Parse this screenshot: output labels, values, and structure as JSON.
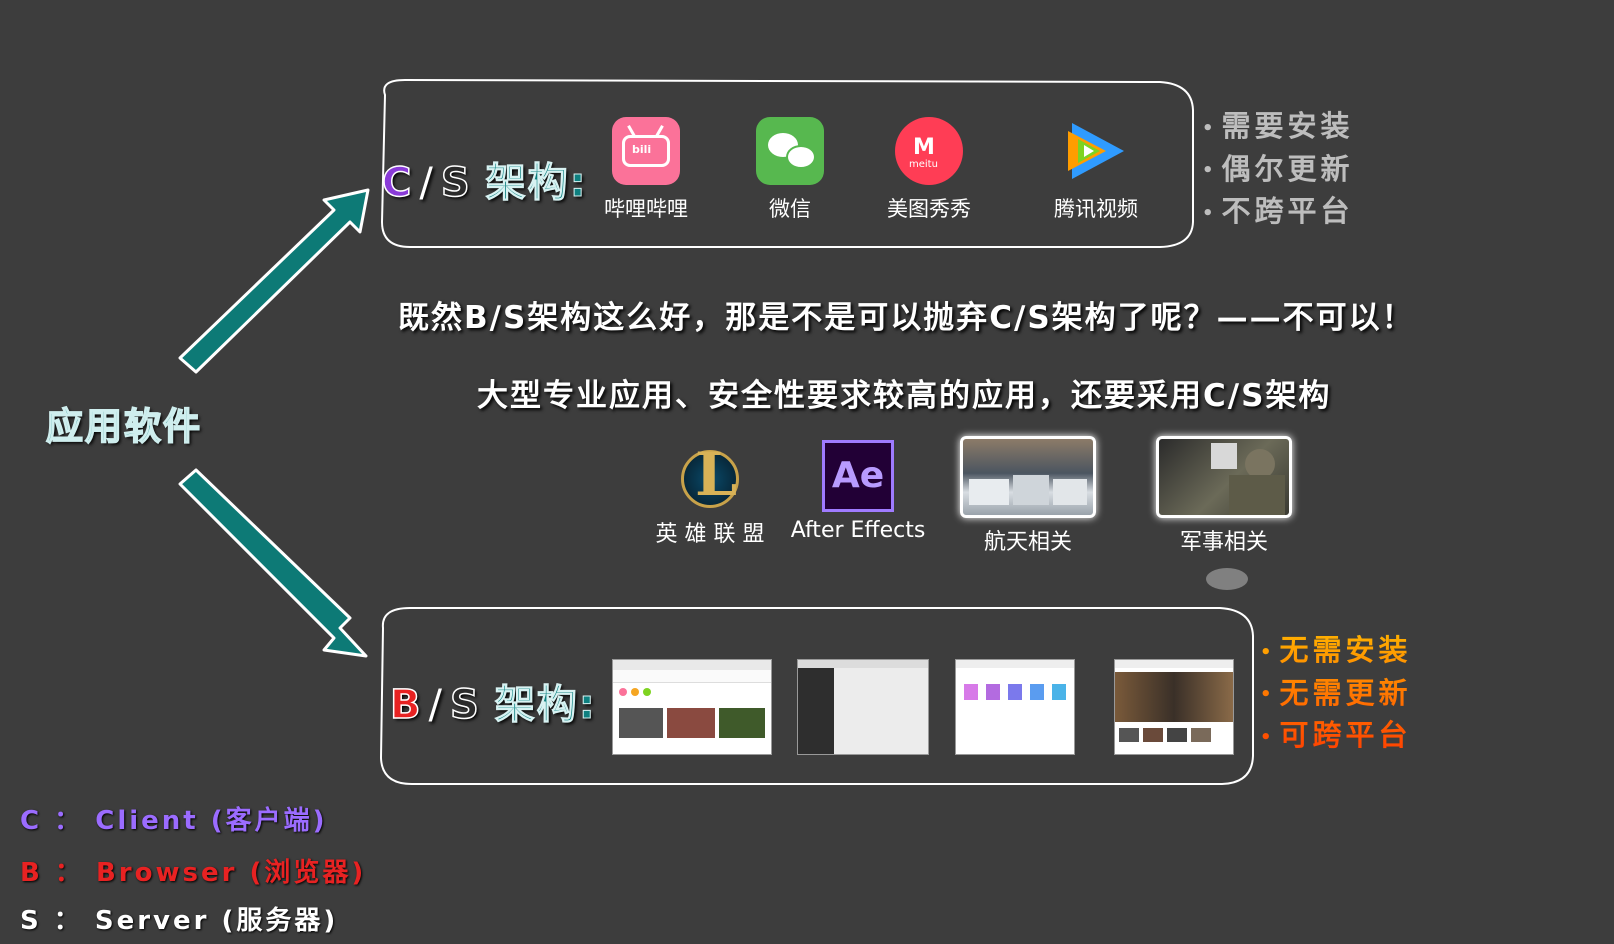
{
  "root": "应用软件",
  "cs": {
    "letter1": "C",
    "slash": "/",
    "letter2": "S",
    "label": "架构:",
    "apps": [
      {
        "name": "哔哩哔哩",
        "icon": "bilibili-icon",
        "color": "#fb7299"
      },
      {
        "name": "微信",
        "icon": "wechat-icon",
        "color": "#57b84f"
      },
      {
        "name": "美图秀秀",
        "icon": "meitu-icon",
        "color": "#ff3d55"
      },
      {
        "name": "腾讯视频",
        "icon": "tencent-video-icon",
        "color": "#2f9bff"
      }
    ],
    "bullets": [
      "需要安装",
      "偶尔更新",
      "不跨平台"
    ]
  },
  "headline1": "既然B/S架构这么好，那是不是可以抛弃C/S架构了呢？——不可以！",
  "headline2": "大型专业应用、安全性要求较高的应用，还要采用C/S架构",
  "examples": [
    {
      "name": "英 雄 联 盟",
      "icon": "league-of-legends-icon"
    },
    {
      "name": "After Effects",
      "icon": "after-effects-icon",
      "logo": "Ae"
    },
    {
      "name": "航天相关",
      "icon": "aerospace-photo"
    },
    {
      "name": "军事相关",
      "icon": "military-photo"
    }
  ],
  "bs": {
    "letter1": "B",
    "slash": "/",
    "letter2": "S",
    "label": "架构:",
    "thumbs": [
      "bilibili-web-screenshot",
      "wechat-web-screenshot",
      "web-dashboard-screenshot",
      "tencent-video-web-screenshot"
    ],
    "bullets": [
      "无需安装",
      "无需更新",
      "可跨平台"
    ]
  },
  "legend": [
    {
      "key": "C",
      "sep": "：",
      "text": "Client (客户端)"
    },
    {
      "key": "B",
      "sep": "：",
      "text": "Browser (浏览器)"
    },
    {
      "key": "S",
      "sep": "：",
      "text": "Server (服务器)"
    }
  ],
  "colors": {
    "background": "#3d3d3d",
    "teal": "#0e8080",
    "purple": "#9b6cff",
    "red": "#e82222",
    "orange": "#ff7a00"
  }
}
